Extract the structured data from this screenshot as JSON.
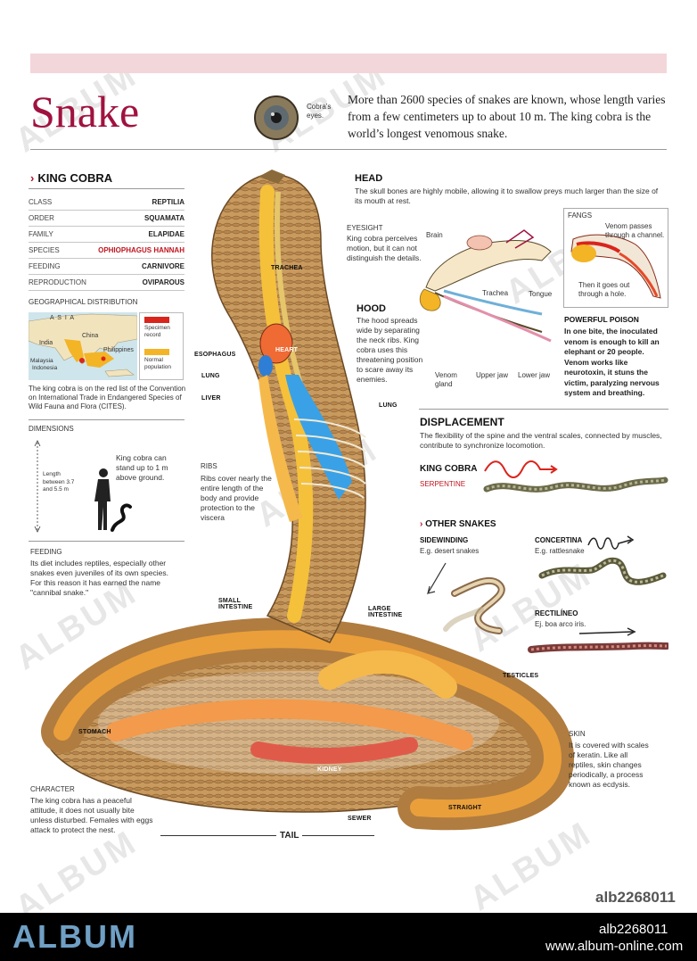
{
  "title": "Snake",
  "intro": "More than 2600 species of snakes are known, whose length varies from a few centimeters up to about 10 m. The king cobra is the world’s longest venomous snake.",
  "eye_caption": "Cobra’s eyes.",
  "king_cobra": {
    "heading": "KING COBRA",
    "rows": [
      {
        "key": "CLASS",
        "value": "REPTILIA"
      },
      {
        "key": "ORDER",
        "value": "SQUAMATA"
      },
      {
        "key": "FAMILY",
        "value": "ELAPIDAE"
      },
      {
        "key": "SPECIES",
        "value": "OPHIOPHAGUS HANNAH"
      },
      {
        "key": "FEEDING",
        "value": "CARNIVORE"
      },
      {
        "key": "REPRODUCTION",
        "value": "OVIPAROUS"
      }
    ]
  },
  "geo": {
    "heading": "GEOGRAPHICAL DISTRIBUTION",
    "asia": "A S I A",
    "china": "China",
    "india": "India",
    "philippines": "Philippines",
    "malaysia": "Malaysia",
    "indonesia": "Indonesia",
    "legend_specimen": "Specimen record",
    "legend_normal": "Normal population",
    "note": "The king cobra is on the red list of the Convention on International Trade in Endangered Species of Wild Fauna and Flora (CITES)."
  },
  "dimensions": {
    "heading": "DIMENSIONS",
    "length": "Length between 3.7 and 5.5 m",
    "stand": "King cobra can stand up to 1 m above ground."
  },
  "feeding": {
    "heading": "FEEDING",
    "text": "Its diet includes reptiles, especially other snakes even juveniles of its own species. For this reason it has earned the name \"cannibal snake.\""
  },
  "character": {
    "heading": "CHARACTER",
    "text": "The king cobra has a peaceful attitude, it does not usually bite unless disturbed. Females with eggs attack to protect the nest."
  },
  "head": {
    "heading": "HEAD",
    "text": "The skull bones are highly mobile, allowing it to swallow preys much larger than the size of its mouth at rest."
  },
  "eyesight": {
    "heading": "EYESIGHT",
    "text": "King cobra perceives motion, but it can not distinguish the details."
  },
  "hood": {
    "heading": "HOOD",
    "text": "The hood spreads wide by separating the neck ribs. King cobra uses this threatening position to scare away its enemies."
  },
  "skull_labels": {
    "brain": "Brain",
    "trachea": "Trachea",
    "tongue": "Tongue",
    "venom_gland": "Venom gland",
    "upper_jaw": "Upper jaw",
    "lower_jaw": "Lower jaw"
  },
  "fangs": {
    "heading": "FANGS",
    "passes": "Venom passes through a channel.",
    "out": "Then it goes out through a hole."
  },
  "poison": {
    "heading": "POWERFUL POISON",
    "text": "In one bite, the inoculated venom is enough to kill an elephant or 20 people. Venom works like neurotoxin, it stuns the victim, paralyzing nervous system and breathing."
  },
  "displacement": {
    "heading": "DISPLACEMENT",
    "text": "The flexibility of the spine and the ventral scales, connected by muscles, contribute to synchronize locomotion.",
    "king_cobra": "KING COBRA",
    "serpentine": "SERPENTINE",
    "other_snakes": "OTHER SNAKES",
    "sidewinding": "SIDEWINDING",
    "sidewinding_eg": "E.g. desert snakes",
    "concertina": "CONCERTINA",
    "concertina_eg": "E.g. rattlesnake",
    "rectilineo": "RECTILÍNEO",
    "rectilineo_eg": "Ej. boa arco iris."
  },
  "ribs": {
    "heading": "RIBS",
    "text": "Ribs cover nearly the entire length of the body and provide protection to the viscera"
  },
  "skin": {
    "heading": "SKIN",
    "text": "It is covered with scales of keratin. Like all reptiles, skin changes periodically, a process known as ecdysis."
  },
  "organs": {
    "trachea": "TRACHEA",
    "esophagus": "ESOPHAGUS",
    "heart": "HEART",
    "lung_left": "LUNG",
    "liver": "LIVER",
    "lung_right": "LUNG",
    "small_intestine": "SMALL INTESTINE",
    "large_intestine": "LARGE INTESTINE",
    "testicles": "TESTICLES",
    "stomach": "STOMACH",
    "kidney": "KIDNEY",
    "straight": "STRAIGHT",
    "sewer": "SEWER",
    "tail": "TAIL"
  },
  "watermark": "ALBUM",
  "image_id_mark": "alb2268011",
  "footer": {
    "logo": "ALBUM",
    "id": "alb2268011",
    "url": "www.album-online.com"
  },
  "colors": {
    "accent": "#a0123f",
    "band": "#f3d6da",
    "red": "#c0151e",
    "footer_logo": "#6f9fc4"
  }
}
